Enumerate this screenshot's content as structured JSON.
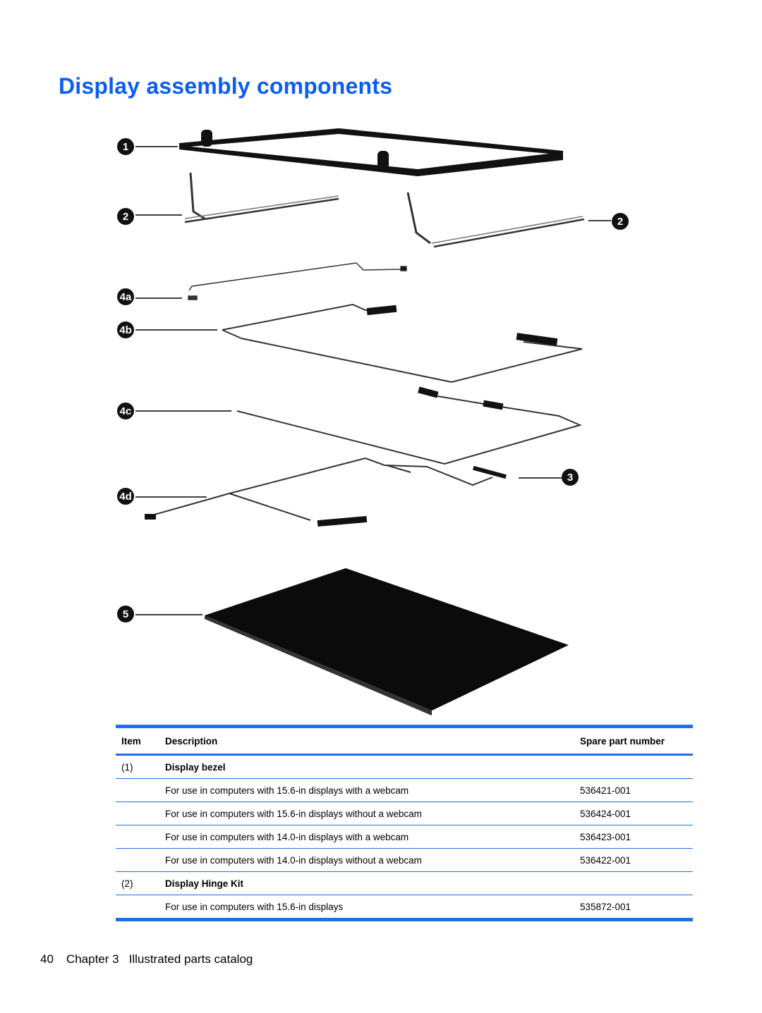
{
  "page": {
    "title": "Display assembly components",
    "title_color": "#0a5ef2",
    "rule_color": "#1f6fe8"
  },
  "figure": {
    "callouts": [
      "1",
      "2",
      "2",
      "4a",
      "4b",
      "4c",
      "4d",
      "3",
      "5"
    ]
  },
  "table": {
    "headers": {
      "item": "Item",
      "description": "Description",
      "spare": "Spare part number"
    },
    "groups": [
      {
        "item": "(1)",
        "title": "Display bezel",
        "rows": [
          {
            "description": "For use in computers with 15.6-in displays with a webcam",
            "spare": "536421-001"
          },
          {
            "description": "For use in computers with 15.6-in displays without a webcam",
            "spare": "536424-001"
          },
          {
            "description": "For use in computers with 14.0-in displays with a webcam",
            "spare": "536423-001"
          },
          {
            "description": "For use in computers with 14.0-in displays without a webcam",
            "spare": "536422-001"
          }
        ]
      },
      {
        "item": "(2)",
        "title": "Display Hinge Kit",
        "rows": [
          {
            "description": "For use in computers with 15.6-in displays",
            "spare": "535872-001"
          }
        ]
      }
    ]
  },
  "footer": {
    "page_number": "40",
    "chapter": "Chapter 3",
    "chapter_title": "Illustrated parts catalog"
  }
}
